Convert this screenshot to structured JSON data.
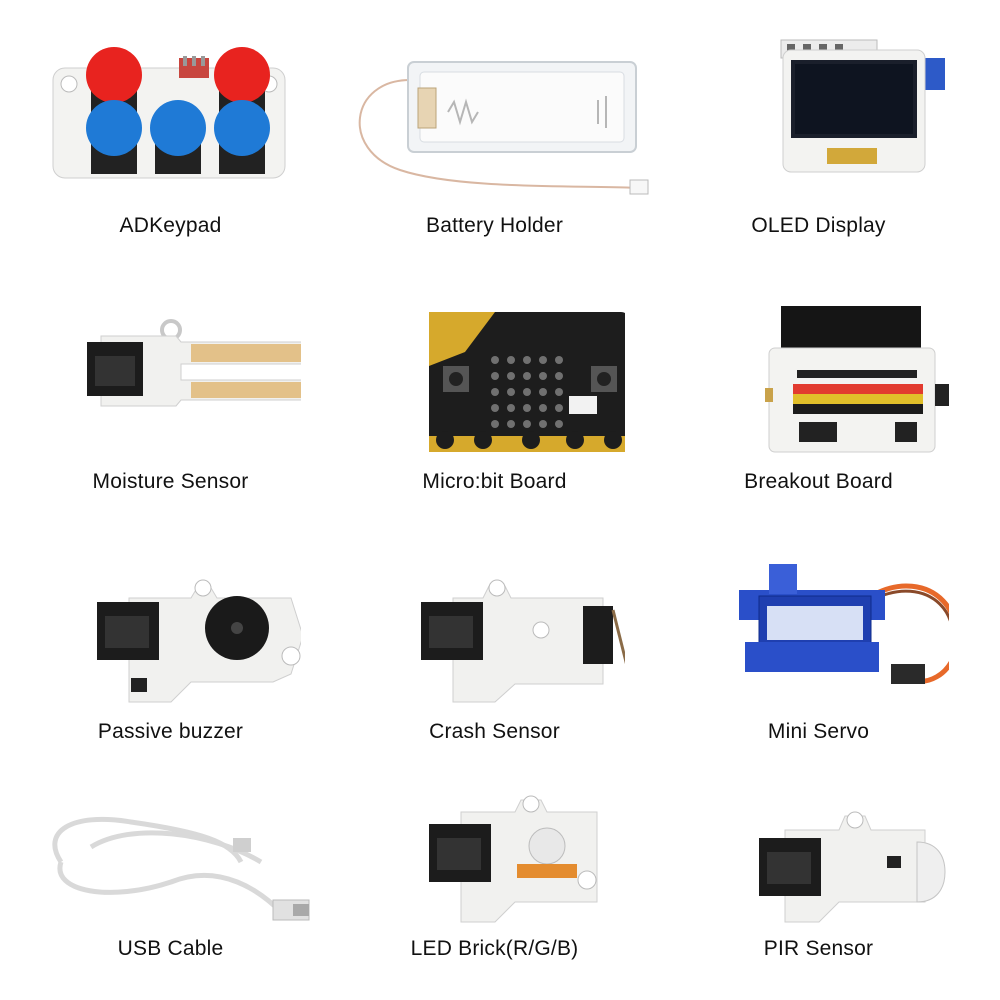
{
  "products": [
    {
      "label": "ADKeypad",
      "icon": "adkeypad-icon"
    },
    {
      "label": "Battery Holder",
      "icon": "battery-holder-icon"
    },
    {
      "label": "OLED Display",
      "icon": "oled-display-icon"
    },
    {
      "label": "Moisture Sensor",
      "icon": "moisture-sensor-icon"
    },
    {
      "label": "Micro:bit Board",
      "icon": "microbit-board-icon"
    },
    {
      "label": "Breakout Board",
      "icon": "breakout-board-icon"
    },
    {
      "label": "Passive buzzer",
      "icon": "passive-buzzer-icon"
    },
    {
      "label": "Crash Sensor",
      "icon": "crash-sensor-icon"
    },
    {
      "label": "Mini Servo",
      "icon": "mini-servo-icon"
    },
    {
      "label": "USB Cable",
      "icon": "usb-cable-icon"
    },
    {
      "label": "LED Brick(R/G/B)",
      "icon": "led-brick-icon"
    },
    {
      "label": "PIR Sensor",
      "icon": "pir-sensor-icon"
    }
  ],
  "colors": {
    "background": "#ffffff",
    "board_white": "#f4f4f2",
    "button_red": "#e8231f",
    "button_blue": "#1f7ad6",
    "connector_black": "#1c1c1c",
    "gold": "#d6a92c",
    "servo_blue": "#2a4fc9"
  }
}
